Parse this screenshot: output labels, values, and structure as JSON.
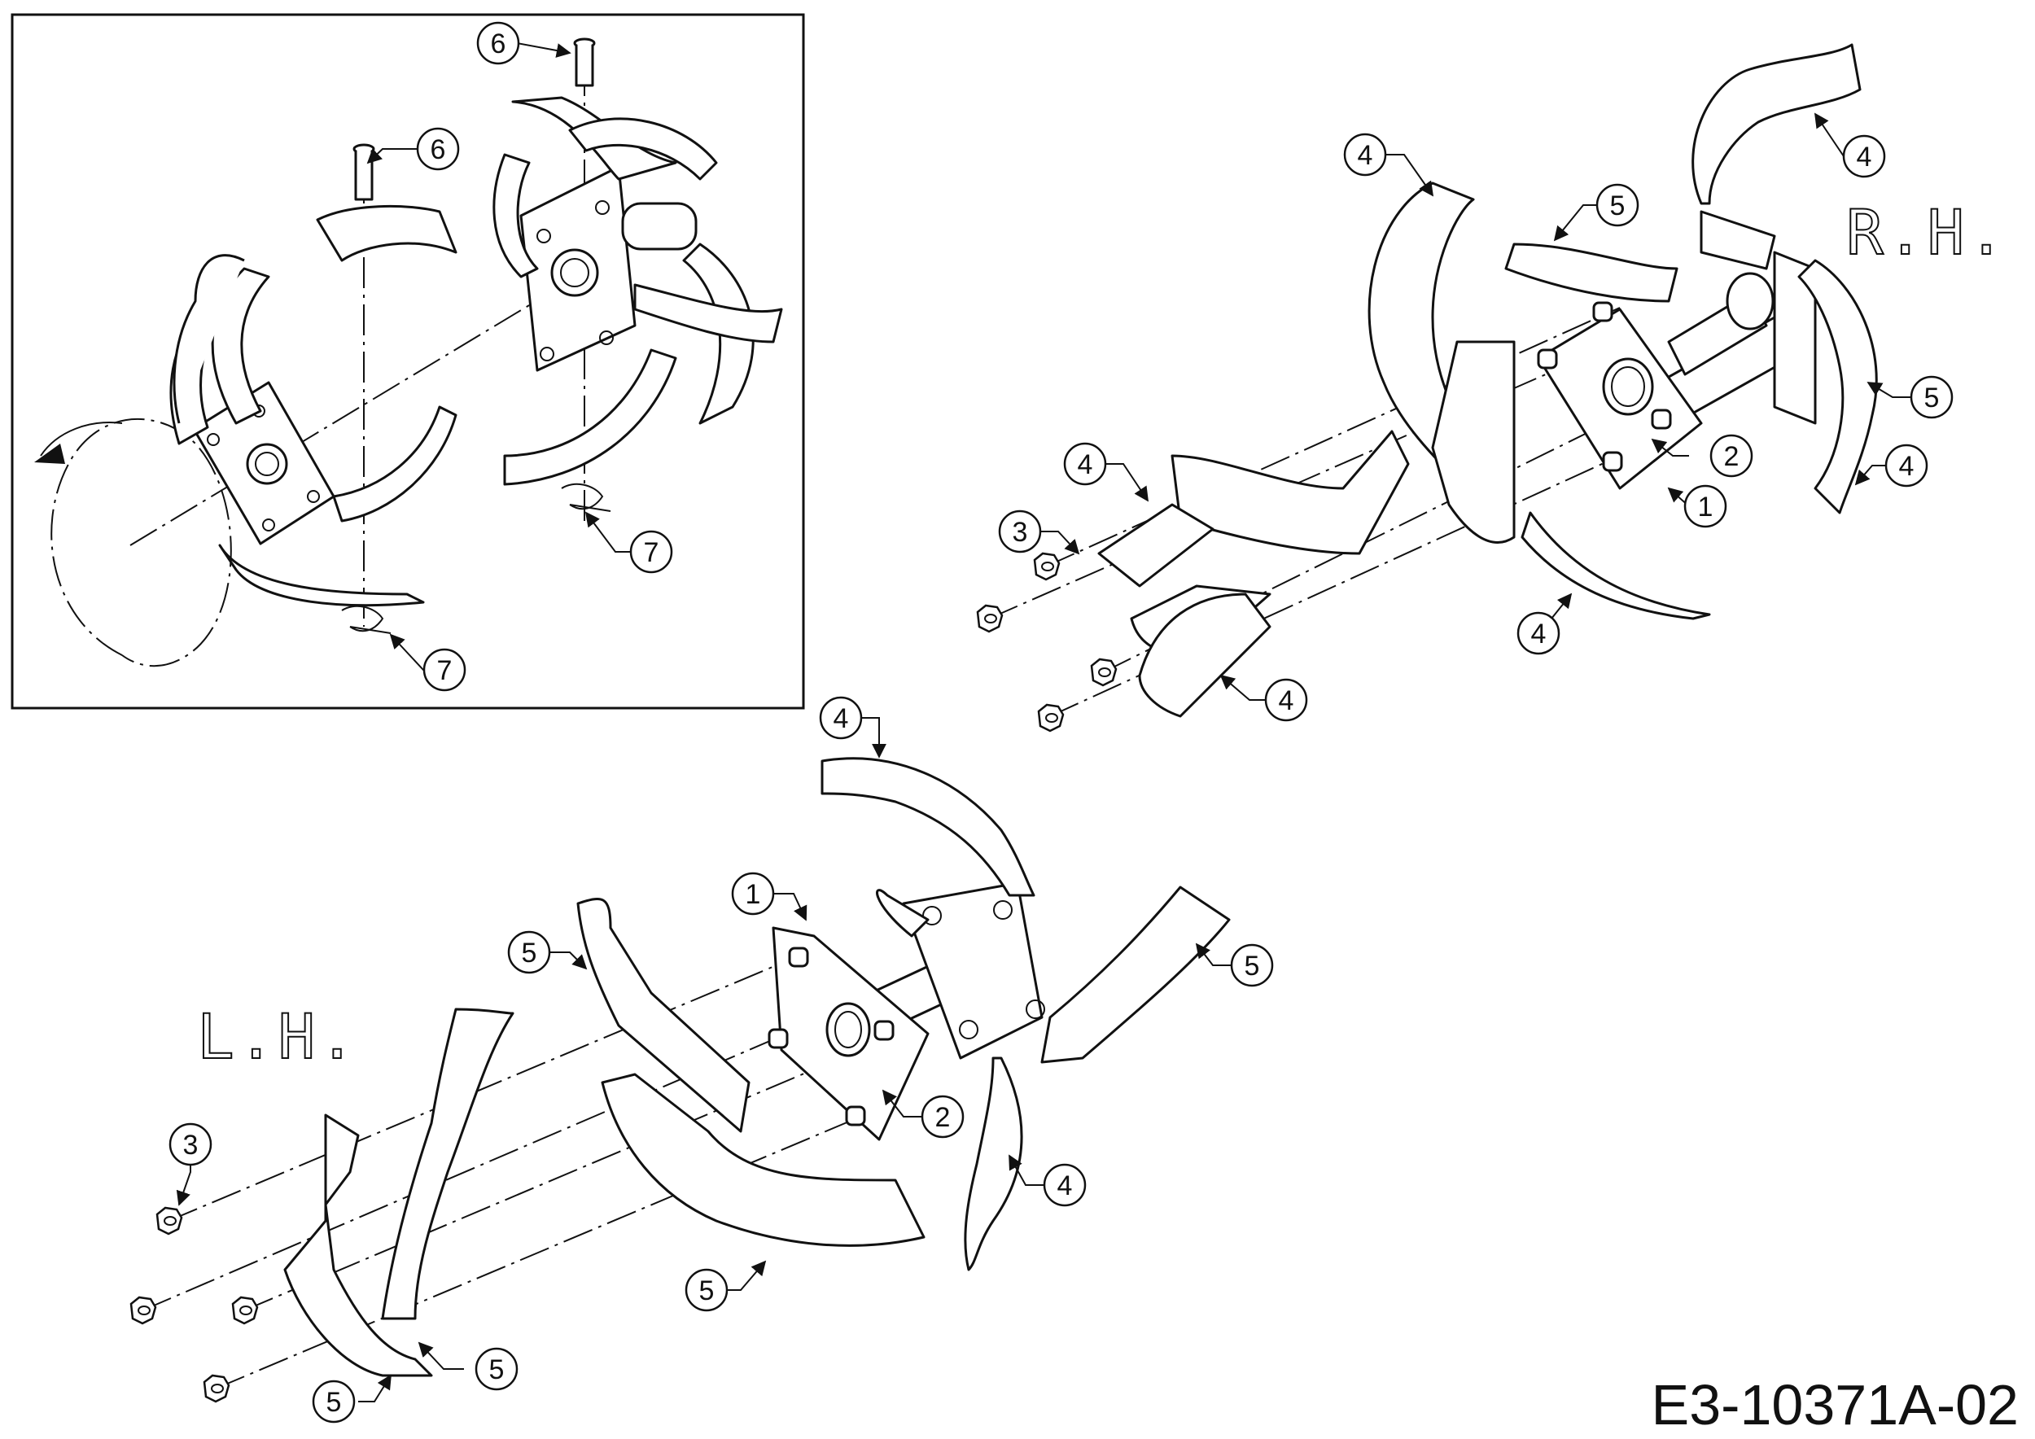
{
  "diagram": {
    "drawing_number": "E3-10371A-02",
    "side_labels": {
      "right": "R.H.",
      "left": "L.H."
    },
    "callouts": {
      "c1": "1",
      "c2": "2",
      "c3": "3",
      "c4": "4",
      "c5": "5",
      "c6": "6",
      "c7": "7"
    }
  }
}
